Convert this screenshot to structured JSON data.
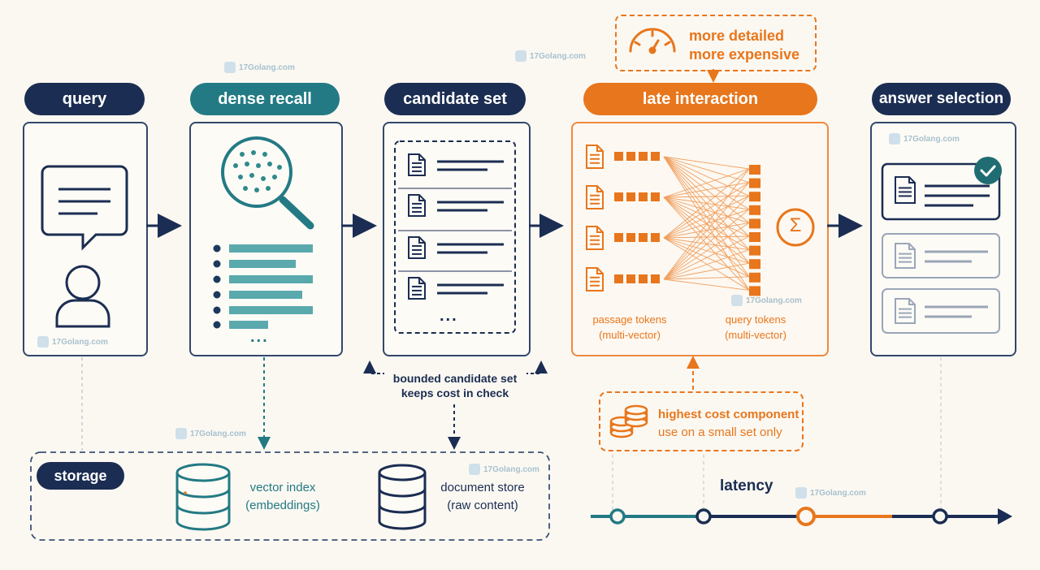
{
  "stages": {
    "query": "query",
    "dense_recall": "dense recall",
    "candidate_set": "candidate set",
    "late_interaction": "late interaction",
    "answer_selection": "answer selection"
  },
  "cost_note": {
    "line1": "more detailed",
    "line2": "more expensive"
  },
  "late_interaction": {
    "passage_tokens": "passage tokens",
    "passage_sub": "(multi-vector)",
    "query_tokens": "query tokens",
    "query_sub": "(multi-vector)",
    "sum_symbol": "Σ"
  },
  "bounded": {
    "line1": "bounded candidate set",
    "line2": "keeps cost in check"
  },
  "highest_cost": {
    "line1": "highest cost component",
    "line2": "use on a small set only"
  },
  "storage": {
    "label": "storage",
    "vector_index": "vector index",
    "vector_index_sub": "(embeddings)",
    "document_store": "document store",
    "document_store_sub": "(raw content)"
  },
  "latency": "latency",
  "ellipsis": "...",
  "watermark": "17Golang.com",
  "colors": {
    "navy": "#1b2d52",
    "teal": "#237a84",
    "orange": "#e8761c",
    "background": "#fbf8f2"
  }
}
